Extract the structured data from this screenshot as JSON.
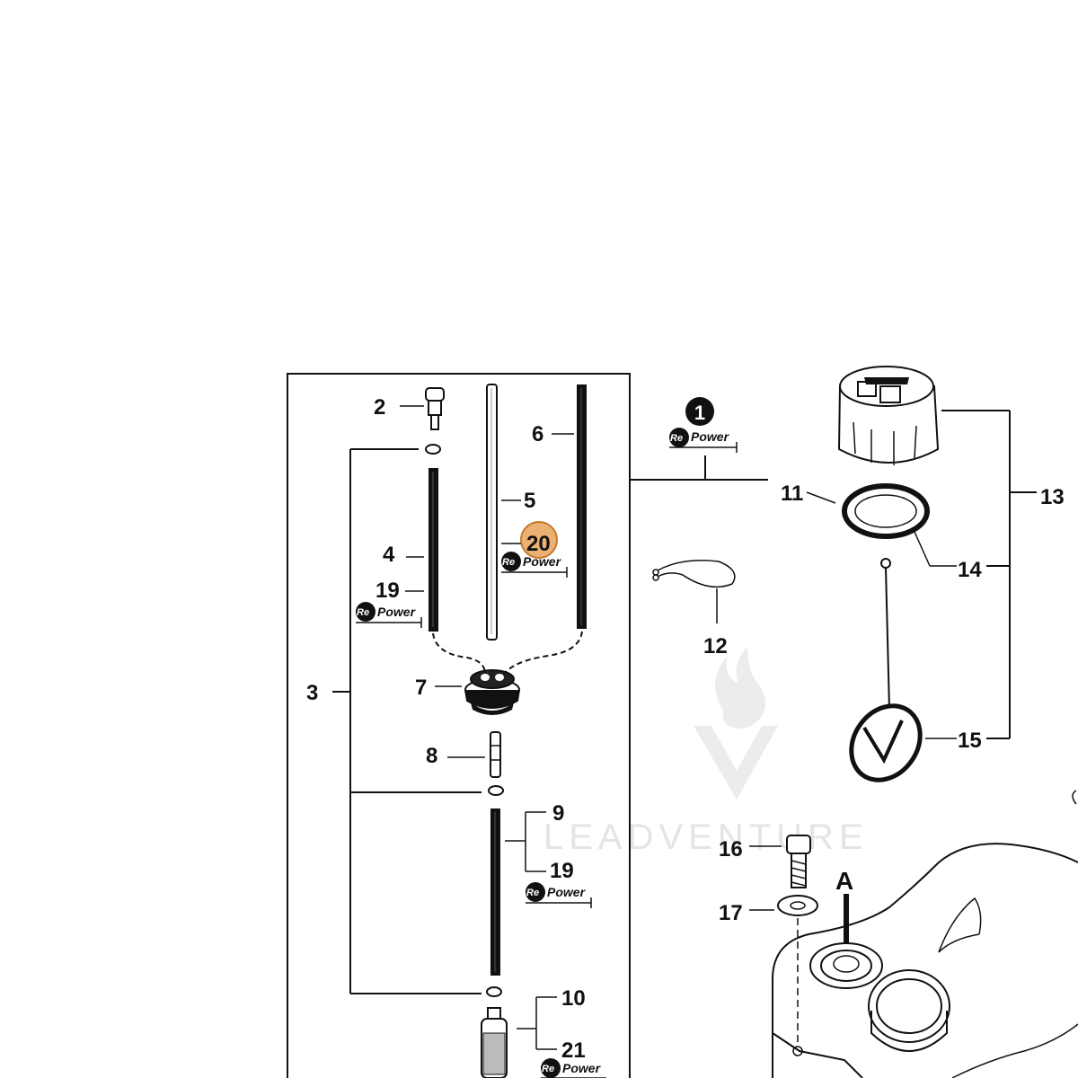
{
  "labels": {
    "n1": "1",
    "n2": "2",
    "n3": "3",
    "n4": "4",
    "n5": "5",
    "n6": "6",
    "n7": "7",
    "n8": "8",
    "n9": "9",
    "n10": "10",
    "n11": "11",
    "n12": "12",
    "n13": "13",
    "n14": "14",
    "n15": "15",
    "n16": "16",
    "n17": "17",
    "n19a": "19",
    "n19b": "19",
    "n20": "20",
    "n21": "21",
    "a": "A"
  },
  "repower": {
    "re": "Re",
    "power": "Power"
  },
  "watermark": "LEADVENTURE",
  "colors": {
    "highlight": "#e8a35a",
    "ink": "#111111"
  },
  "highlighted_part": "20"
}
